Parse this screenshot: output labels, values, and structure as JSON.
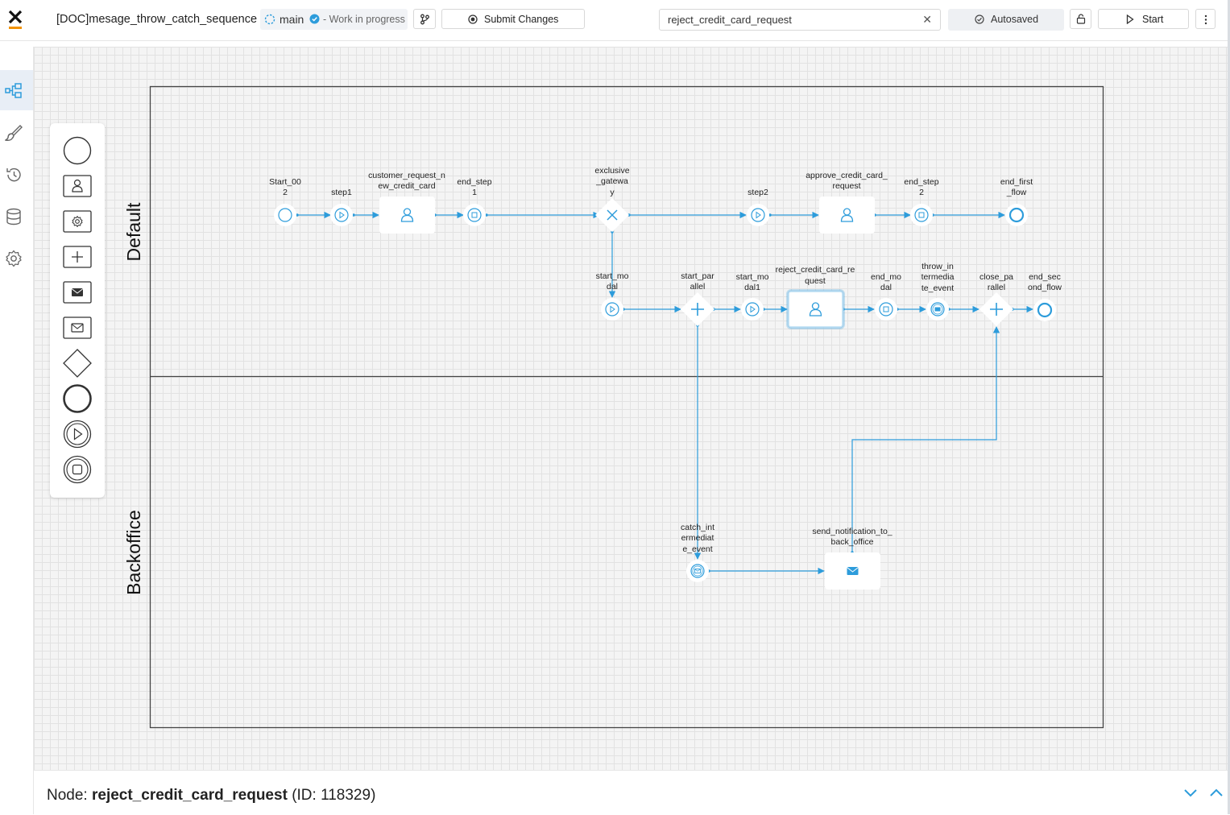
{
  "header": {
    "process_title": "[DOC]mesage_throw_catch_sequence",
    "branch_name": "main",
    "branch_status": "- Work in progress",
    "submit_label": "Submit Changes",
    "search_value": "reject_credit_card_request",
    "autosaved_label": "Autosaved",
    "start_label": "Start"
  },
  "sidebar": {
    "items": [
      "diagram-icon",
      "brush-icon",
      "history-icon",
      "database-icon",
      "settings-icon"
    ]
  },
  "palette": {
    "items": [
      "start-event-icon",
      "user-task-icon",
      "service-task-icon",
      "parallel-gateway-icon",
      "send-message-task-icon",
      "receive-message-task-icon",
      "exclusive-gateway-icon",
      "end-event-icon",
      "start-milestone-icon",
      "end-milestone-icon"
    ]
  },
  "lanes": {
    "default": "Default",
    "backoffice": "Backoffice"
  },
  "nodes": {
    "start_002": [
      "Start_00",
      "2"
    ],
    "step1": [
      "step1"
    ],
    "customer_request": [
      "customer_request_n",
      "ew_credit_card"
    ],
    "end_step1": [
      "end_step",
      "1"
    ],
    "exclusive_gateway": [
      "exclusive",
      "_gatewa",
      "y"
    ],
    "step2": [
      "step2"
    ],
    "approve": [
      "approve_credit_card_",
      "request"
    ],
    "end_step2": [
      "end_step",
      "2"
    ],
    "end_first_flow": [
      "end_first",
      "_flow"
    ],
    "start_modal": [
      "start_mo",
      "dal"
    ],
    "start_parallel": [
      "start_par",
      "allel"
    ],
    "start_modal1": [
      "start_mo",
      "dal1"
    ],
    "reject": [
      "reject_credit_card_re",
      "quest"
    ],
    "end_modal": [
      "end_mo",
      "dal"
    ],
    "throw_intermediate": [
      "throw_in",
      "termedia",
      "te_event"
    ],
    "close_parallel": [
      "close_pa",
      "rallel"
    ],
    "end_second_flow": [
      "end_sec",
      "ond_flow"
    ],
    "catch_intermediate": [
      "catch_int",
      "ermediat",
      "e_event"
    ],
    "send_notification": [
      "send_notification_to_",
      "back_office"
    ]
  },
  "footer": {
    "node_prefix": "Node: ",
    "node_name": "reject_credit_card_request",
    "node_id": "(ID: 118329)"
  },
  "colors": {
    "accent": "#2d9cdb",
    "lane_border": "#444444"
  }
}
